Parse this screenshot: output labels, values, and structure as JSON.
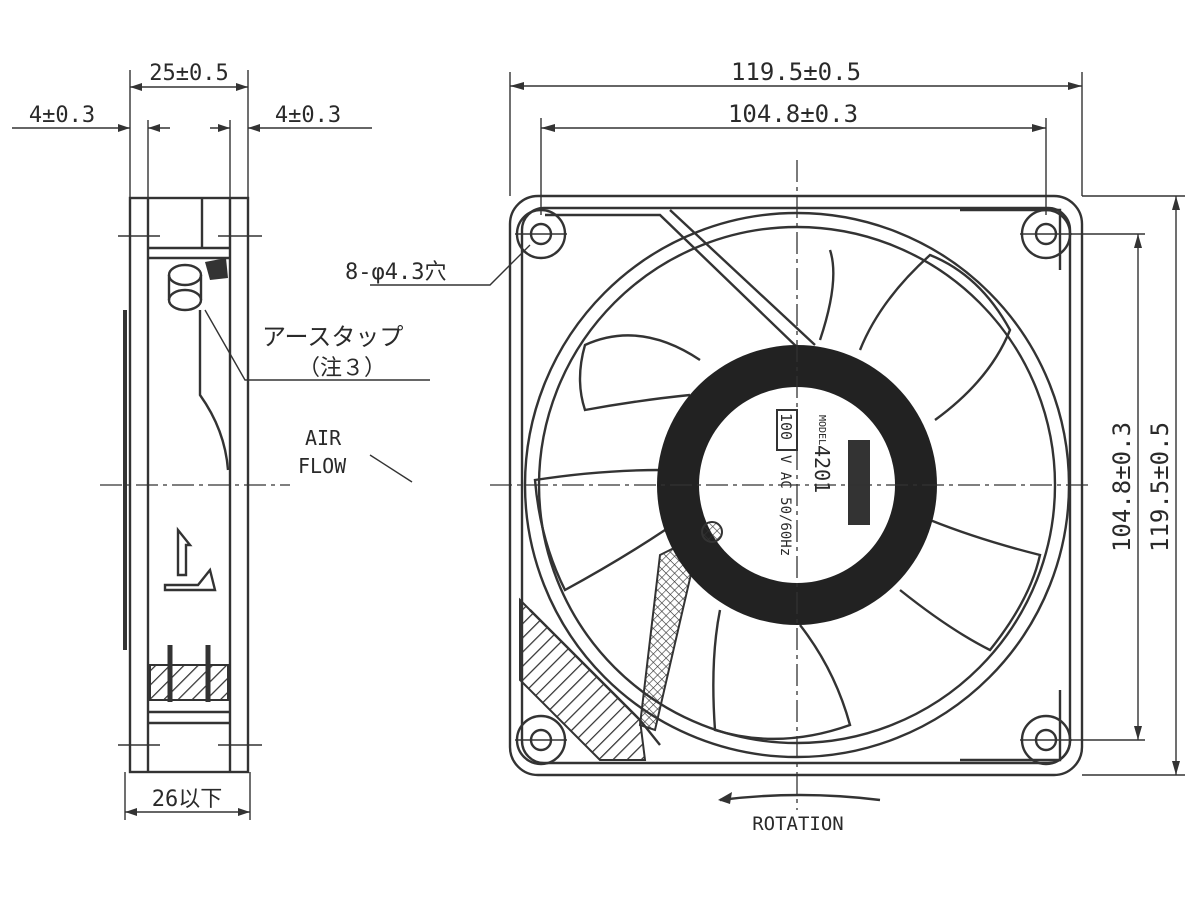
{
  "side_view": {
    "width_dim": "25±0.5",
    "left_flange_dim": "4±0.3",
    "right_flange_dim": "4±0.3",
    "bottom_dim": "26以下",
    "earth_tap_label": "アースタップ",
    "earth_tap_note": "（注３）",
    "airflow_label_1": "AIR",
    "airflow_label_2": "FLOW"
  },
  "front_view": {
    "outer_width_dim": "119.5±0.5",
    "hole_pitch_dim": "104.8±0.3",
    "hole_pitch_vertical_dim": "104.8±0.3",
    "outer_height_dim": "119.5±0.5",
    "holes_label": "8-φ4.3穴",
    "rotation_label": "ROTATION",
    "hub_label": {
      "model_caption": "MODEL",
      "model": "4201",
      "voltage": "100",
      "voltage_unit": "V AC 50/60Hz"
    }
  }
}
